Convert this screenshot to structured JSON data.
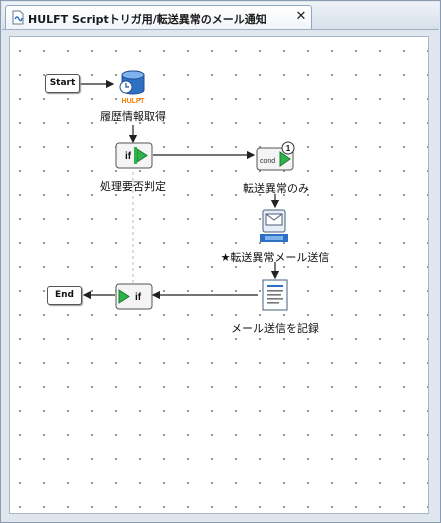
{
  "tab": {
    "title": "HULFT Scriptトリガ用/転送異常のメール通知",
    "close_glyph": "✕"
  },
  "nodes": {
    "start": {
      "label": "Start"
    },
    "hulft": {
      "caption": "履歴情報取得",
      "icon_text": "HULFT"
    },
    "if1": {
      "caption": "処理要否判定",
      "icon_text": "if"
    },
    "filter": {
      "caption": "転送異常のみ",
      "icon_text": "cond"
    },
    "mail": {
      "caption": "★転送異常メール送信"
    },
    "record": {
      "caption": "メール送信を記録"
    },
    "if2": {
      "icon_text": "if"
    },
    "end": {
      "label": "End"
    }
  },
  "colors": {
    "accent_green": "#2db34a",
    "hulft_blue": "#2f6fc4",
    "hulft_orange": "#ff7a00",
    "connector": "#222222"
  }
}
